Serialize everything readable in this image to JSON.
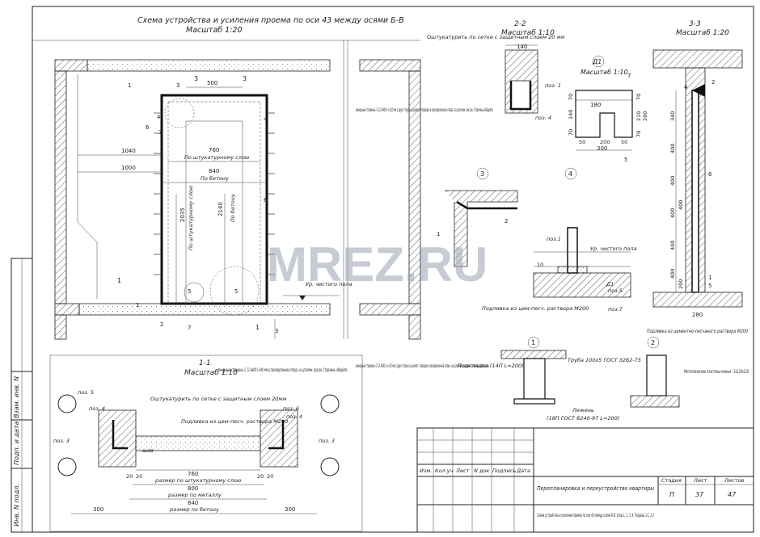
{
  "plan": {
    "title": "Схема устройства и усиления проема по оси 43 между осями Б-В",
    "scale": "Масштаб 1:20",
    "dims": [
      "500",
      "1040",
      "1000",
      "760",
      "По штукатурному слою",
      "840",
      "По бетону",
      "2035",
      "По штукатурному слою",
      "2140",
      "По бетону"
    ],
    "labels": [
      "1",
      "2",
      "3",
      "4",
      "5",
      "6",
      "7",
      "1",
      "2",
      "3",
      "4",
      "5",
      "6",
      "7"
    ],
    "cut_marks": [
      "3",
      "3",
      "1",
      "1"
    ],
    "floor_note": "Ур. чистого пола"
  },
  "section22": {
    "title": "2-2",
    "scale": "Масштаб 1:10",
    "note1": "Оштукатурить по сетке с защитным слоем 20 мм",
    "note2": "Анкерный стержень ∅ 12 А400 L=110 мм с двух сторон в шахмат. порядке в просверленное отвер. на ц/полим. рас-ре. Стержень обварить",
    "dim": "140",
    "pos1": "поз. 1",
    "pos4": "поз. 4"
  },
  "d1": {
    "title": "Д1",
    "scale": "Масштаб 1:10",
    "dims": [
      "180",
      "300",
      "50",
      "200",
      "50",
      "70",
      "140",
      "70",
      "70",
      "70",
      "210",
      "280",
      "70",
      "7"
    ],
    "labels": [
      "7",
      "5"
    ]
  },
  "section33": {
    "title": "3-3",
    "scale": "Масштаб 1:20",
    "dims": [
      "340",
      "400",
      "400",
      "400",
      "400",
      "400",
      "400",
      "200",
      "280"
    ],
    "labels": [
      "4",
      "2",
      "6",
      "1",
      "5"
    ],
    "note": "Подливка из цементно-песчаного раствора М200"
  },
  "node3": {
    "num": "3",
    "labels": [
      "1",
      "2"
    ]
  },
  "node4": {
    "num": "4",
    "pos1": "поз.1",
    "floor": "Ур. чистого пола",
    "dim": "10",
    "pos5": "поз.5",
    "d1": "Д1",
    "pos7": "поз.7",
    "note": "Подливка из цем-песч. раствора М200"
  },
  "section11": {
    "title": "1-1",
    "scale": "Масштаб 1:10",
    "note_anchor_left": "Анкерный стержень ∅ 12 А400 L=80 мм в просверленное отвер. на ц/полим. рас-ре. Стержень обварить",
    "note_anchor_right": "Анкерный стержень ∅ 12 А400 L=110 мм с двух сторон в шахмат. порядке в просверленное отвер. на ц/полим. рас-ре. Стержень обварить",
    "note_plaster": "Оштукатурить по сетке с защитным слоем 20мм",
    "note_fill": "Подливка из цем-песч. раствора М200",
    "pos": [
      "поз. 5",
      "поз. 4",
      "поз. 3",
      "поз. 6",
      "поз. 4",
      "поз. 3"
    ],
    "shov": "шов",
    "dims": [
      "20",
      "20",
      "20",
      "20",
      "760",
      "размер по штукатурному слою",
      "800",
      "размер по металлу",
      "840",
      "размер по бетону",
      "300",
      "300"
    ]
  },
  "node1": {
    "num": "1",
    "pos": "Подкладка (14П L=200)",
    "pipe": "Труба 100х5 ГОСТ 3262-75",
    "lezhen": "Лежень",
    "lezhen2": "(18П ГОСТ 8240-97 L=200)"
  },
  "node2": {
    "num": "2",
    "note": "Металлические пластины-клинья - 5х120х120"
  },
  "stamp": {
    "side": [
      "Взам. инв. N",
      "Подп. и дата",
      "Инв. N подл."
    ],
    "cols": [
      "Изм.",
      "Кол.уч",
      "Лист",
      "N док",
      "Подпись",
      "Дата"
    ],
    "project": "Перепланировка и переустройство квартиры",
    "stage_h": "Стадия",
    "sheet_h": "Лист",
    "sheets_h": "Листов",
    "stage": "П",
    "sheet": "37",
    "sheets": "47",
    "drawing": "Схема устройства и усиления проема по оси 43 между осями Б-В. Узлы 1, 2, 3, 4. Разрезы 1-1, 2-2"
  },
  "watermark": "MREZ.RU"
}
